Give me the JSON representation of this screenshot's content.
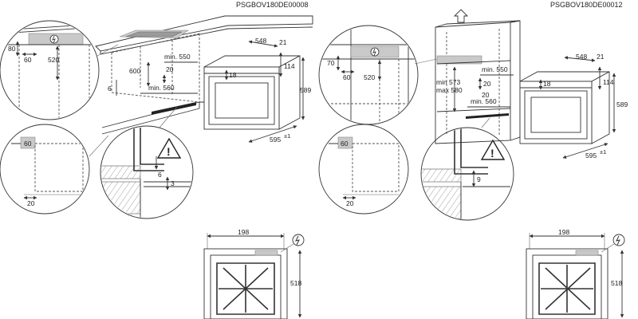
{
  "left": {
    "code": "PSGBOV180DE00008",
    "dims": {
      "d80": "80",
      "d60": "60",
      "d520": "520",
      "d600": "600",
      "d6": "6",
      "dmin550": "min. 550",
      "d20": "20",
      "dmin560": "min. 560",
      "d548": "548",
      "d21": "21",
      "d114": "114",
      "d18": "18",
      "d589": "589",
      "d595": "595",
      "tol": "±1",
      "d60b": "60",
      "d20b": "20",
      "d6c": "6",
      "d3": "3"
    },
    "bottom": {
      "d198": "198",
      "d518": "518"
    }
  },
  "right": {
    "code": "PSGBOV180DE00012",
    "dims": {
      "d70": "70",
      "d60": "60",
      "d520": "520",
      "dmin573": "min 573",
      "dmax580": "max 580",
      "dmin550": "min. 550",
      "d20a": "20",
      "d20b": "20",
      "dmin560": "min. 560",
      "d548": "548",
      "d21": "21",
      "d114": "114",
      "d18": "18",
      "d589": "589",
      "d595": "595",
      "tol": "±1",
      "d60b": "60",
      "d20c": "20",
      "d9": "9"
    },
    "bottom": {
      "d198": "198",
      "d518": "518"
    }
  },
  "icons": {
    "warning": "warning-triangle-icon",
    "power": "power-plug-icon",
    "up": "up-arrow-icon"
  }
}
